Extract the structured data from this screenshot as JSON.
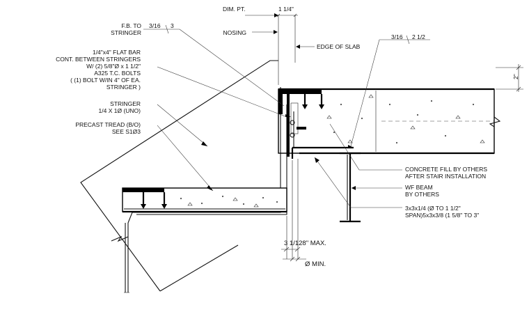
{
  "labels": {
    "dim_pt": "DIM. PT.",
    "dim_top": "1 1/4\"",
    "fb_to_stringer_1": "F.B. TO",
    "fb_to_stringer_2": "STRINGER",
    "weld1_size": "3/16",
    "weld1_len": "3",
    "nosing": "NOSING",
    "edge_of_slab": "EDGE OF SLAB",
    "weld2_size": "3/16",
    "weld2_len": "2 1/2",
    "flat_bar_1": "1/4\"x4\" FLAT BAR",
    "flat_bar_2": "CONT. BETWEEN STRINGERS",
    "flat_bar_3": "W/ (2) 5/8\"Ø x 1 1/2\"",
    "flat_bar_4": "A325 T.C. BOLTS",
    "flat_bar_5": "( (1) BOLT W/IN 4\" OF EA.",
    "flat_bar_6": "STRINGER )",
    "slab_dim": "2\"",
    "stringer_1": "STRINGER",
    "stringer_2": "1/4 X 1Ø (UNO)",
    "tread_1": "PRECAST TREAD (B/O)",
    "tread_2": "SEE S1Ø3",
    "concrete_1": "CONCRETE FILL BY OTHERS",
    "concrete_2": "AFTER STAIR INSTALLATION",
    "wf_1": "WF BEAM",
    "wf_2": "BY OTHERS",
    "angle_1": "3x3x1/4 (Ø TO 1 1/2\"",
    "angle_2": "SPAN)5x3x3/8 (1 5/8\" TO 3\"",
    "dim_max": "3 1/128\" MAX.",
    "dim_min": "Ø MIN."
  }
}
